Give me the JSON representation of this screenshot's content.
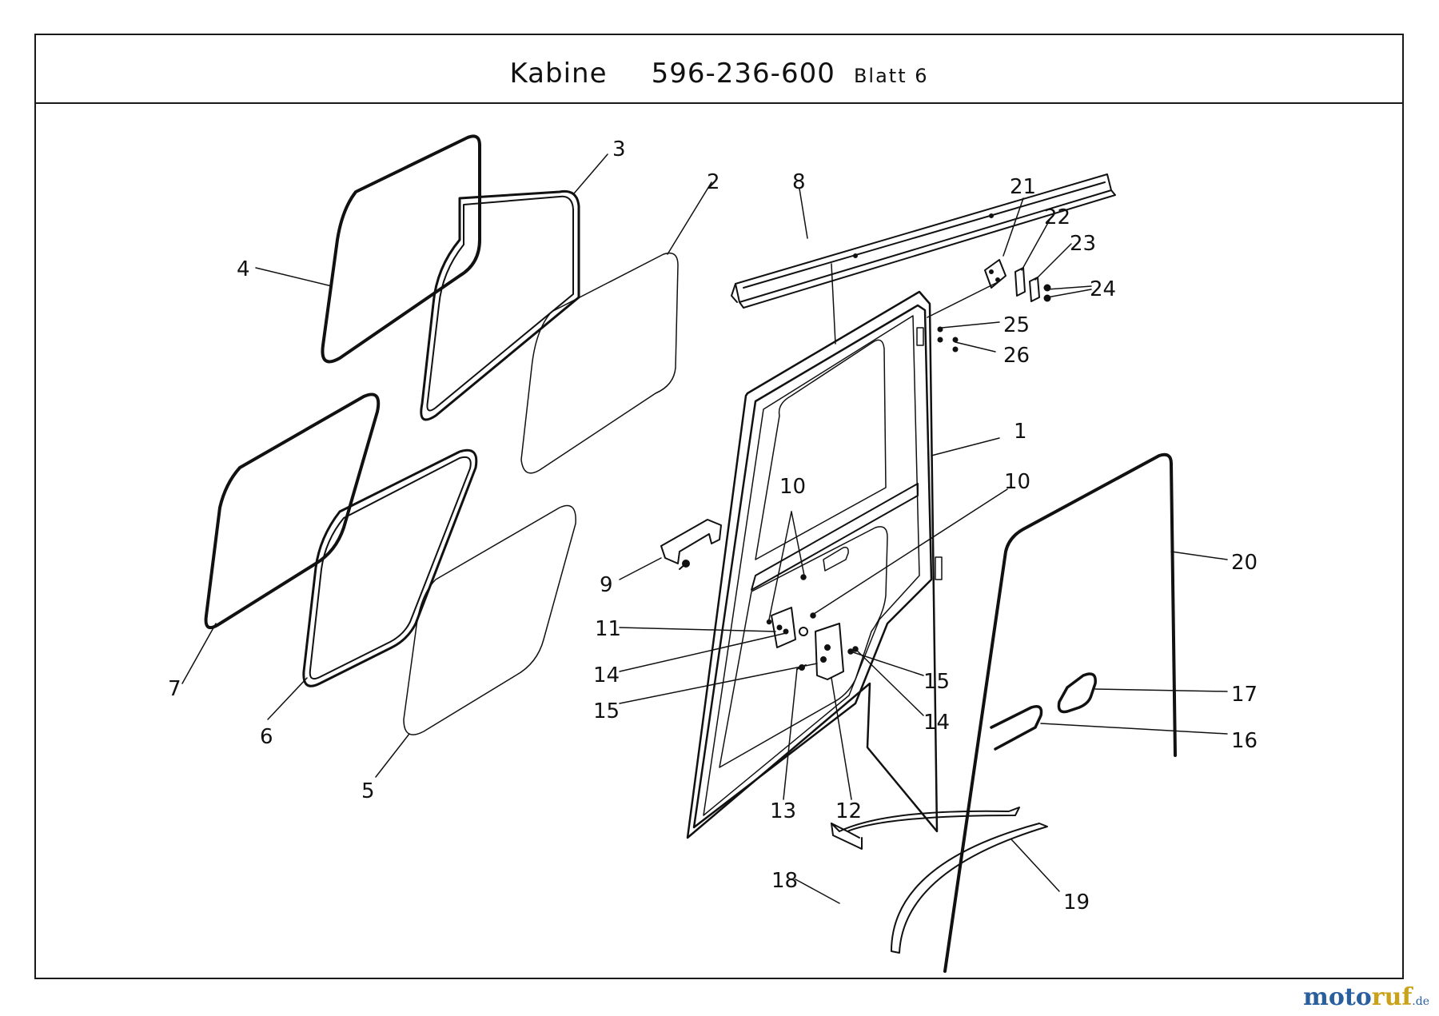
{
  "header": {
    "title": "Kabine",
    "part_number": "596-236-600",
    "sheet": "Blatt 6"
  },
  "callouts": {
    "c1": "1",
    "c2": "2",
    "c3": "3",
    "c4": "4",
    "c5": "5",
    "c6": "6",
    "c7": "7",
    "c8": "8",
    "c9": "9",
    "c10a": "10",
    "c10b": "10",
    "c11": "11",
    "c12": "12",
    "c13": "13",
    "c14a": "14",
    "c14b": "14",
    "c15a": "15",
    "c15b": "15",
    "c16": "16",
    "c17": "17",
    "c18": "18",
    "c19": "19",
    "c20": "20",
    "c21": "21",
    "c22": "22",
    "c23": "23",
    "c24": "24",
    "c25": "25",
    "c26": "26"
  },
  "watermark": {
    "part_a": "moto",
    "part_b": "ruf",
    "part_c": ".de"
  }
}
